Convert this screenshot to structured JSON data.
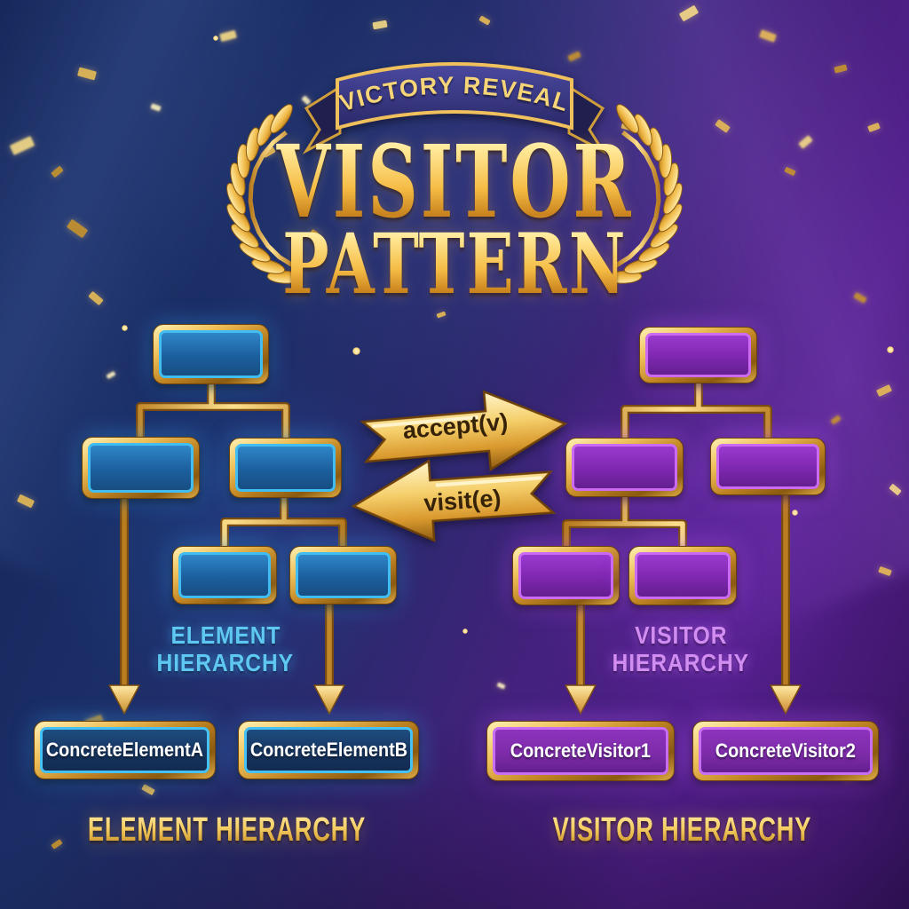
{
  "banner": {
    "label": "VICTORY REVEAL"
  },
  "title": {
    "line1": "VISITOR",
    "line2": "PATTERN"
  },
  "arrows": {
    "accept": "accept(v)",
    "visit": "visit(e)"
  },
  "element_hierarchy": {
    "inline_label": [
      "ELEMENT",
      "HIERARCHY"
    ],
    "bottom_label": "ELEMENT HIERARCHY",
    "leaves": [
      {
        "label": "ConcreteElementA"
      },
      {
        "label": "ConcreteElementB"
      }
    ]
  },
  "visitor_hierarchy": {
    "inline_label": [
      "VISITOR",
      "HIERARCHY"
    ],
    "bottom_label": "VISITOR HIERARCHY",
    "leaves": [
      {
        "label": "ConcreteVisitor1"
      },
      {
        "label": "ConcreteVisitor2"
      }
    ]
  },
  "colors": {
    "gold": "#f0c24f",
    "gold-deep": "#a8731c",
    "blue-box": "#1d64a6",
    "blue-edge": "#45c1f5",
    "purple-box": "#8a2fc0",
    "purple-edge": "#cb6af2",
    "cyan-label": "#5ec8f2",
    "violet-label": "#d18df2",
    "bottom-label": "#f2ca63",
    "arrow-text": "#362208",
    "bg-navy": "#16295f",
    "bg-purple": "#4a1c80"
  }
}
